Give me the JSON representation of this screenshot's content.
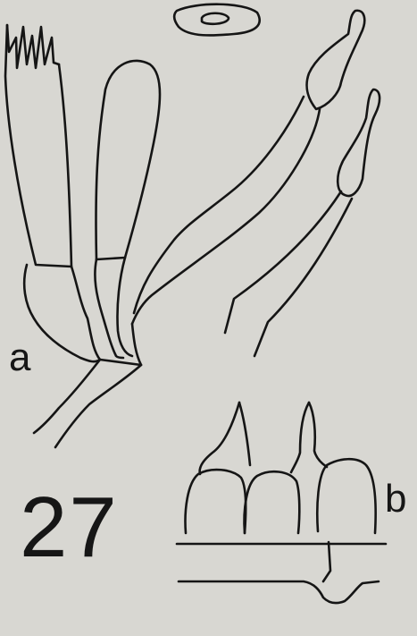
{
  "figure": {
    "number": "27",
    "panel_labels": {
      "a": "a",
      "b": "b"
    }
  },
  "colors": {
    "ink": "#151515",
    "paper": "#d8d7d2"
  }
}
